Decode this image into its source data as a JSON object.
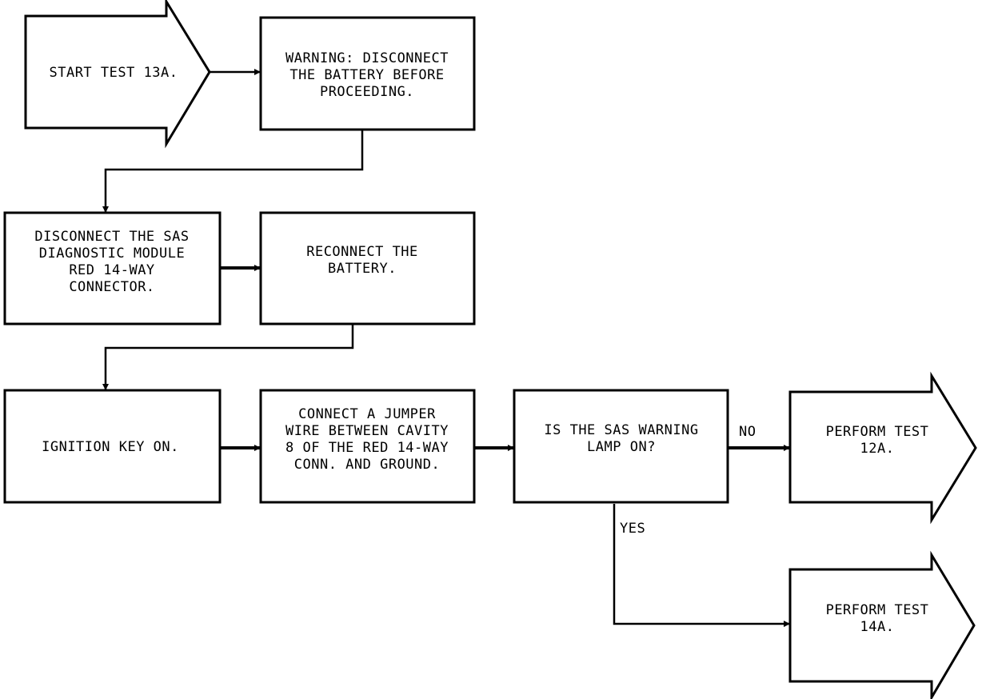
{
  "steps": {
    "start": [
      "START TEST 13A."
    ],
    "warning": [
      "WARNING:  DISCONNECT",
      "THE BATTERY BEFORE",
      "PROCEEDING."
    ],
    "disconnect": [
      "DISCONNECT THE SAS",
      "DIAGNOSTIC MODULE",
      "RED 14-WAY",
      "CONNECTOR."
    ],
    "reconnect": [
      "RECONNECT THE",
      "BATTERY."
    ],
    "ignition": [
      "IGNITION KEY ON."
    ],
    "jumper": [
      "CONNECT A JUMPER",
      "WIRE BETWEEN CAVITY",
      "8 OF THE RED 14-WAY",
      "CONN. AND GROUND."
    ],
    "question": [
      "IS THE SAS WARNING",
      "LAMP ON?"
    ],
    "perform12": [
      "PERFORM TEST",
      "12A."
    ],
    "perform14": [
      "PERFORM TEST",
      "14A."
    ]
  },
  "branches": {
    "no": "NO",
    "yes": "YES"
  }
}
